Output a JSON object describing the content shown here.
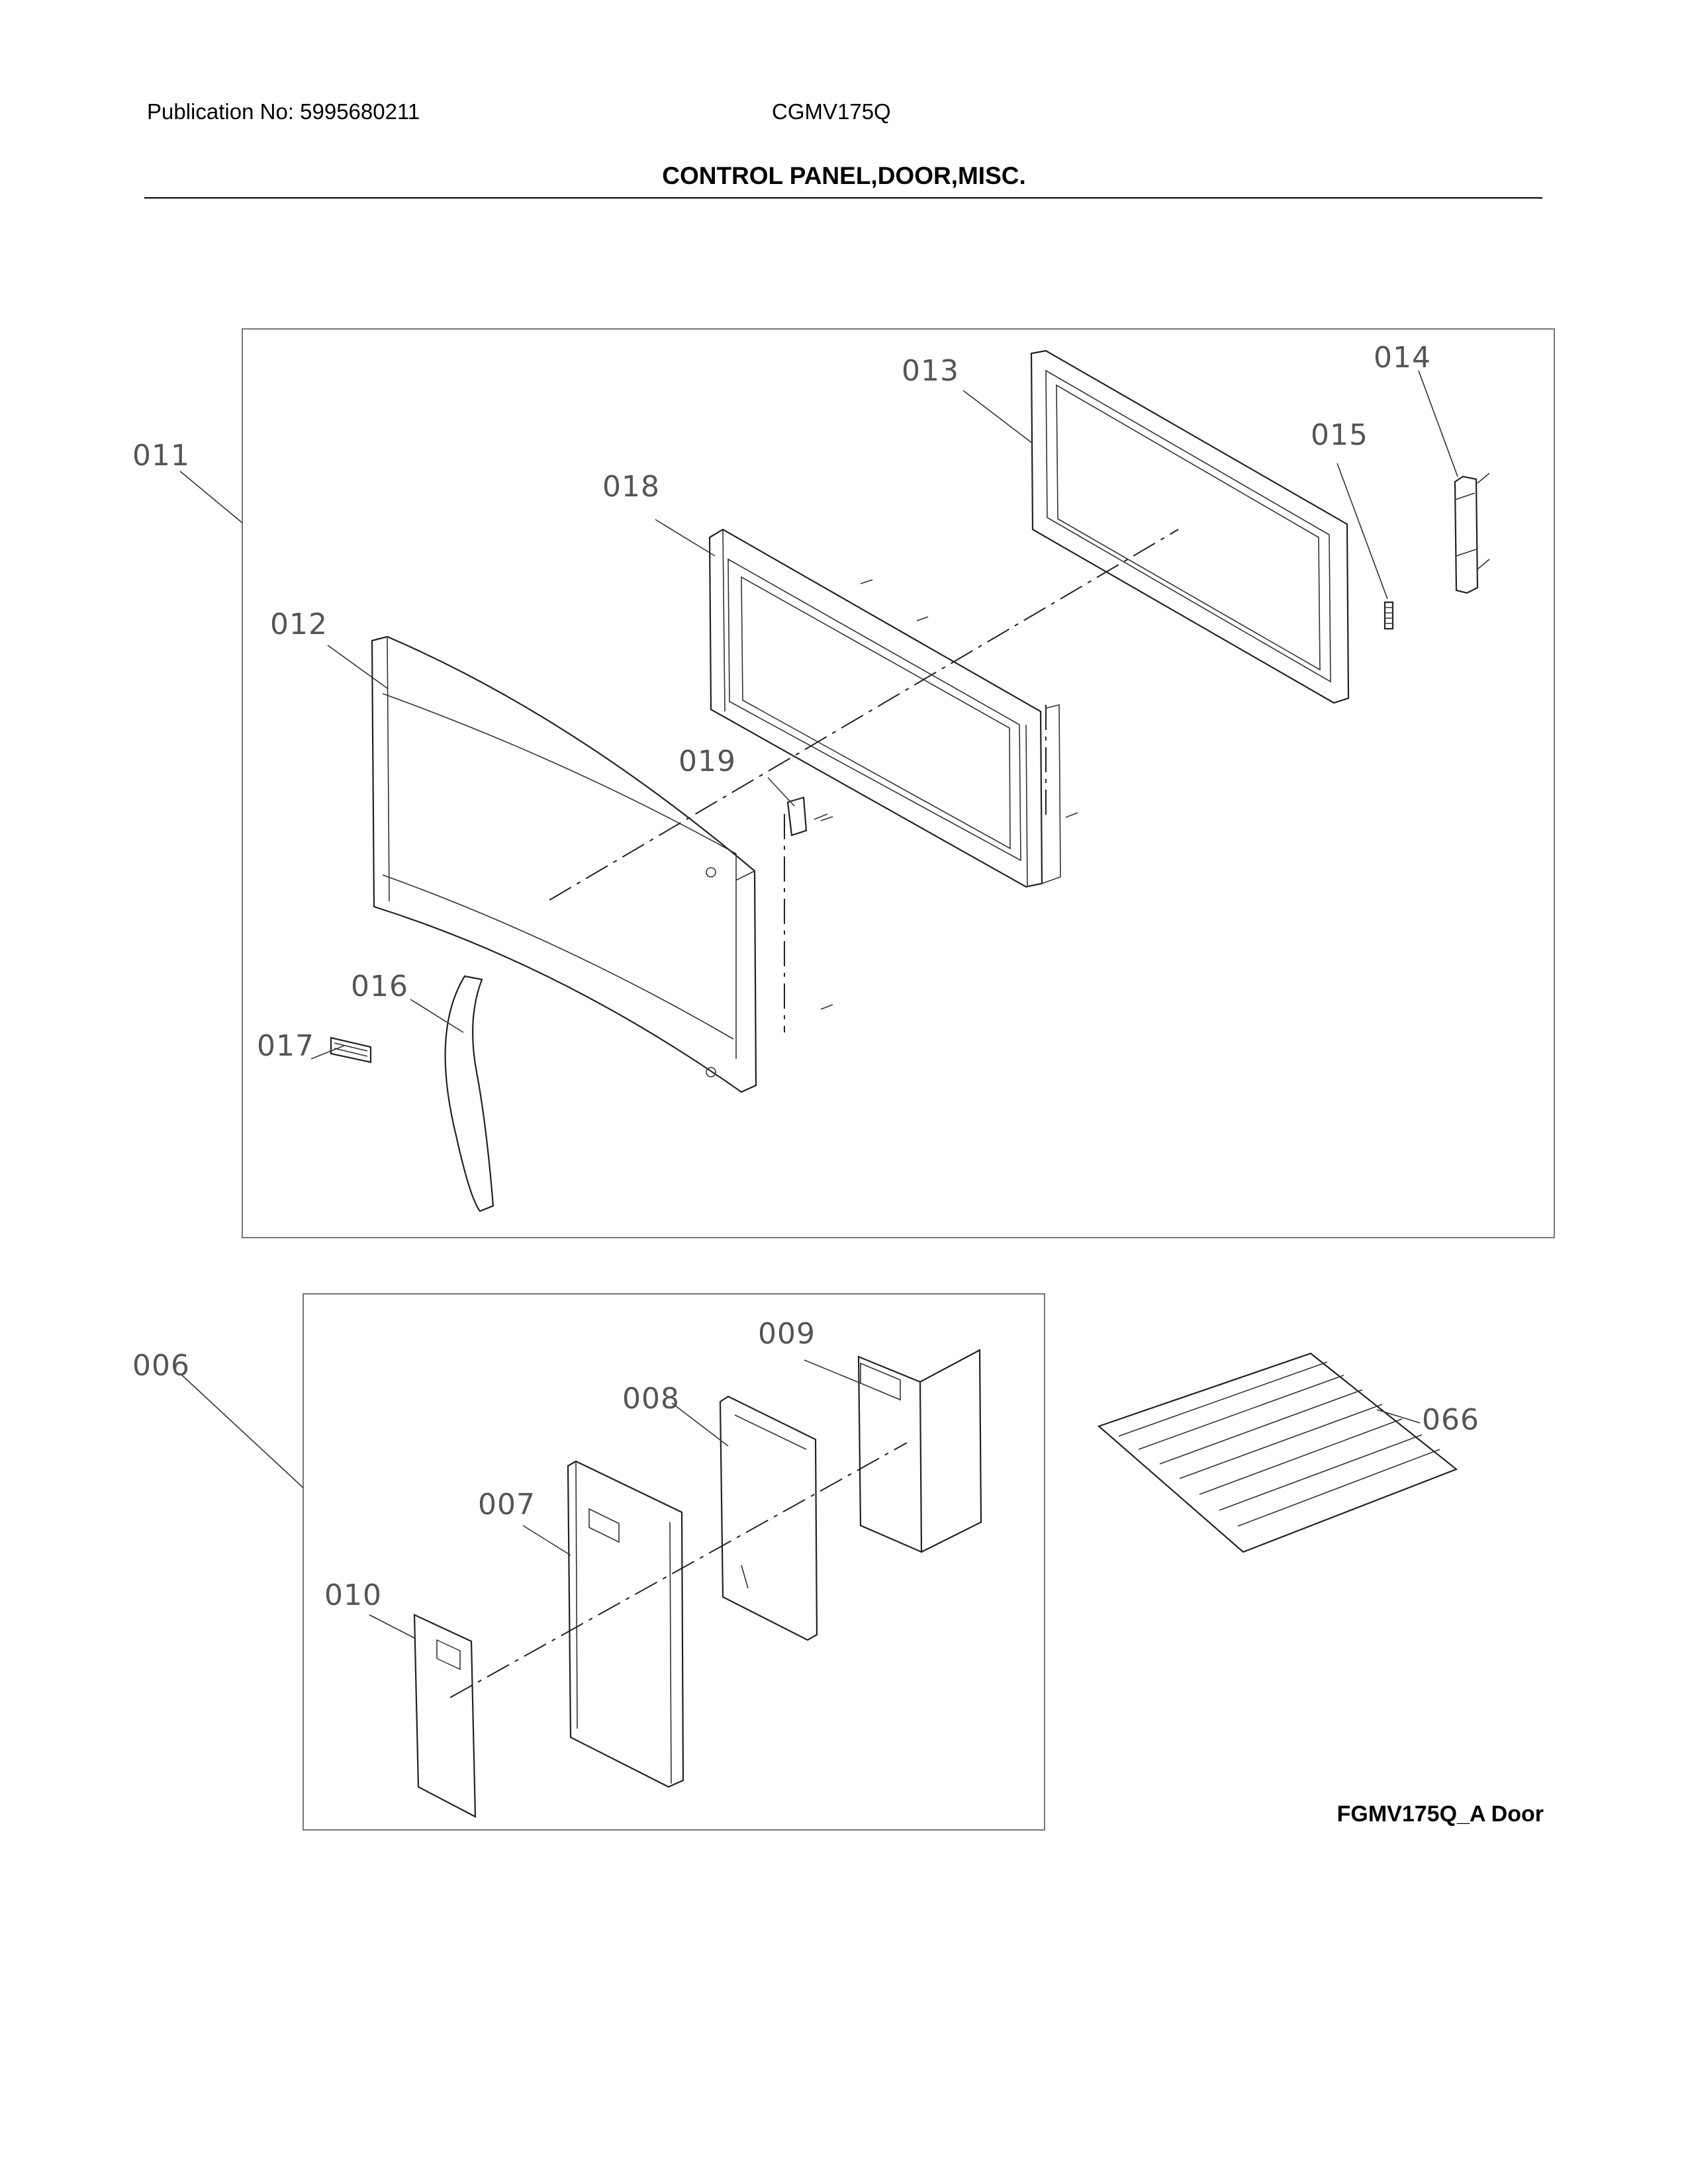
{
  "header": {
    "publication": "Publication No: 5995680211",
    "model": "CGMV175Q",
    "title": "CONTROL PANEL,DOOR,MISC."
  },
  "footer": {
    "caption": "FGMV175Q_A Door"
  },
  "callouts": {
    "door_assembly": "011",
    "door_choke_frame": "013",
    "hinge": "014",
    "spring": "015",
    "door_outer": "018",
    "door_panel": "012",
    "latch": "019",
    "handle": "016",
    "badge": "017",
    "control_panel_assembly": "006",
    "control_frame": "007",
    "bracket": "008",
    "control_board": "009",
    "membrane": "010",
    "rack": "066"
  }
}
